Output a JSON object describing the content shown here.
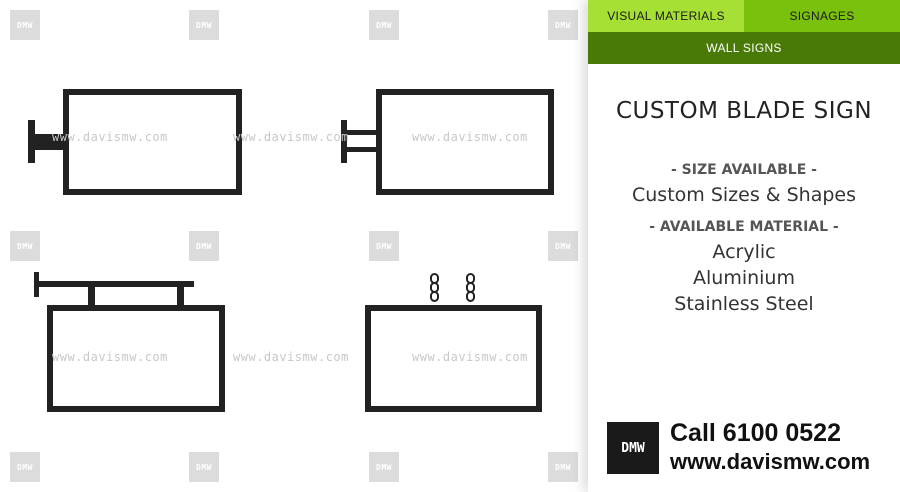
{
  "watermark": {
    "logo_text": "DMW",
    "url_text": "www.davismw.com"
  },
  "nav": {
    "tabs": [
      {
        "label": "VISUAL MATERIALS",
        "color": "#a6e035"
      },
      {
        "label": "SIGNAGES",
        "color": "#7ac10c"
      }
    ],
    "sub_tab": {
      "label": "WALL SIGNS",
      "color": "#4a7a06"
    }
  },
  "product": {
    "title": "CUSTOM BLADE SIGN",
    "size_header": "- SIZE AVAILABLE -",
    "size_value": "Custom Sizes & Shapes",
    "material_header": "- AVAILABLE MATERIAL -",
    "materials": [
      "Acrylic",
      "Aluminium",
      "Stainless Steel"
    ]
  },
  "contact": {
    "logo_text": "DMW",
    "phone": "Call 6100 0522",
    "website": "www.davismw.com"
  }
}
